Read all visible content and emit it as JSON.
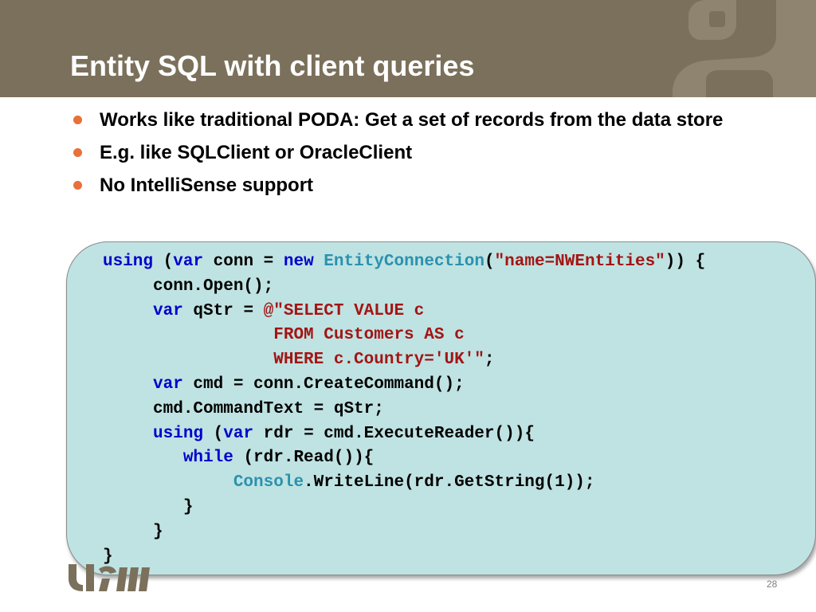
{
  "slide": {
    "title": "Entity SQL with client queries",
    "page_number": "28"
  },
  "bullets": [
    {
      "text": "Works like traditional PODA: Get a set of records from the data store"
    },
    {
      "text": "E.g. like SQLClient or OracleClient"
    },
    {
      "text": "No IntelliSense support"
    }
  ],
  "code": {
    "lines": [
      [
        {
          "t": "using",
          "c": "kw"
        },
        {
          "t": " (",
          "c": ""
        },
        {
          "t": "var",
          "c": "kw"
        },
        {
          "t": " conn = ",
          "c": ""
        },
        {
          "t": "new",
          "c": "kw"
        },
        {
          "t": " ",
          "c": ""
        },
        {
          "t": "EntityConnection",
          "c": "ty"
        },
        {
          "t": "(",
          "c": ""
        },
        {
          "t": "\"name=NWEntities\"",
          "c": "str"
        },
        {
          "t": ")) {",
          "c": ""
        }
      ],
      [
        {
          "t": "     conn.Open();",
          "c": ""
        }
      ],
      [
        {
          "t": "     ",
          "c": ""
        },
        {
          "t": "var",
          "c": "kw"
        },
        {
          "t": " qStr = ",
          "c": ""
        },
        {
          "t": "@\"SELECT VALUE c",
          "c": "str"
        }
      ],
      [
        {
          "t": "                 FROM Customers AS c",
          "c": "str"
        }
      ],
      [
        {
          "t": "                 WHERE c.Country='UK'\"",
          "c": "str"
        },
        {
          "t": ";",
          "c": ""
        }
      ],
      [
        {
          "t": "     ",
          "c": ""
        },
        {
          "t": "var",
          "c": "kw"
        },
        {
          "t": " cmd = conn.CreateCommand();",
          "c": ""
        }
      ],
      [
        {
          "t": "     cmd.CommandText = qStr;",
          "c": ""
        }
      ],
      [
        {
          "t": "     ",
          "c": ""
        },
        {
          "t": "using",
          "c": "kw"
        },
        {
          "t": " (",
          "c": ""
        },
        {
          "t": "var",
          "c": "kw"
        },
        {
          "t": " rdr = cmd.ExecuteReader()){",
          "c": ""
        }
      ],
      [
        {
          "t": "        ",
          "c": ""
        },
        {
          "t": "while",
          "c": "kw"
        },
        {
          "t": " (rdr.Read()){",
          "c": ""
        }
      ],
      [
        {
          "t": "             ",
          "c": ""
        },
        {
          "t": "Console",
          "c": "ty"
        },
        {
          "t": ".WriteLine(rdr.GetString(1));",
          "c": ""
        }
      ],
      [
        {
          "t": "        }",
          "c": ""
        }
      ],
      [
        {
          "t": "     }",
          "c": ""
        }
      ],
      [
        {
          "t": "}",
          "c": ""
        }
      ]
    ]
  },
  "colors": {
    "header_band": "#7b705b",
    "bullet_accent": "#e8703a",
    "code_background": "#bfe3e2",
    "keyword": "#0000cc",
    "type": "#2b91af",
    "string": "#a31515"
  },
  "icons": {
    "header_decoration": "abstract-shapes-icon",
    "footer_logo": "university-logo-icon"
  }
}
